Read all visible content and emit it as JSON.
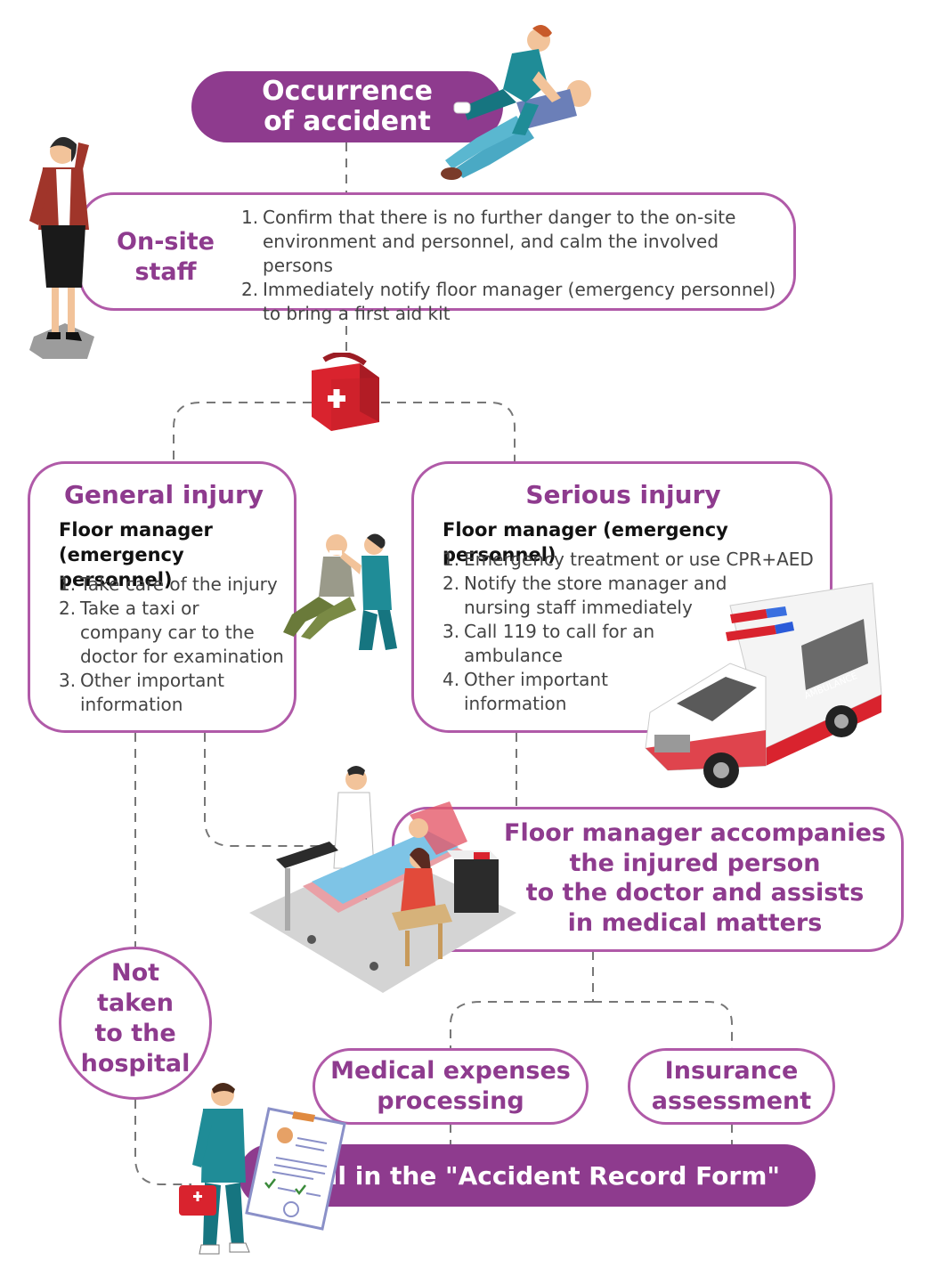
{
  "colors": {
    "accent": "#8e3b8e",
    "border": "#b05aa8",
    "connector": "#777777",
    "first_aid_red": "#d9232e",
    "teal_uniform": "#1f8c97"
  },
  "occurrence": {
    "title": "Occurrence\nof accident"
  },
  "onsite": {
    "title": "On-site\nstaff",
    "steps": [
      {
        "num": "1.",
        "text": "Confirm that there is no further danger to the on-site\nenvironment and personnel, and calm the involved persons"
      },
      {
        "num": "2.",
        "text": "Immediately notify floor manager (emergency personnel)\nto bring a first aid kit"
      }
    ]
  },
  "general": {
    "title": "General injury",
    "subtitle": "Floor manager\n(emergency personnel)",
    "steps": [
      {
        "num": "1.",
        "text": "Take care of the injury"
      },
      {
        "num": "2.",
        "text": "Take a taxi or\ncompany car to the\ndoctor for examination"
      },
      {
        "num": "3.",
        "text": "Other important\ninformation"
      }
    ]
  },
  "serious": {
    "title": "Serious injury",
    "subtitle": "Floor manager (emergency personnel)",
    "steps": [
      {
        "num": "1.",
        "text": "Emergency treatment or use CPR+AED"
      },
      {
        "num": "2.",
        "text": "Notify the store manager and\nnursing staff immediately"
      },
      {
        "num": "3.",
        "text": "Call 119 to call for an\nambulance"
      },
      {
        "num": "4.",
        "text": "Other important\ninformation"
      }
    ]
  },
  "accompany": {
    "text": "Floor manager accompanies\nthe injured person\nto the doctor and assists\nin medical matters"
  },
  "not_taken": {
    "text": "Not\ntaken\nto the\nhospital"
  },
  "medical": {
    "text": "Medical expenses\nprocessing"
  },
  "insurance": {
    "text": "Insurance\nassessment"
  },
  "record_form": {
    "text": "Fill in the \"Accident Record Form\""
  },
  "ambulance": {
    "label": "AMBULANCE"
  },
  "icons": [
    "first-aid-kit-icon",
    "cpr-illustration",
    "office-staff-phone-illustration",
    "nurse-bandaging-illustration",
    "ambulance-illustration",
    "hospital-bed-illustration",
    "paramedic-illustration",
    "record-form-icon"
  ]
}
